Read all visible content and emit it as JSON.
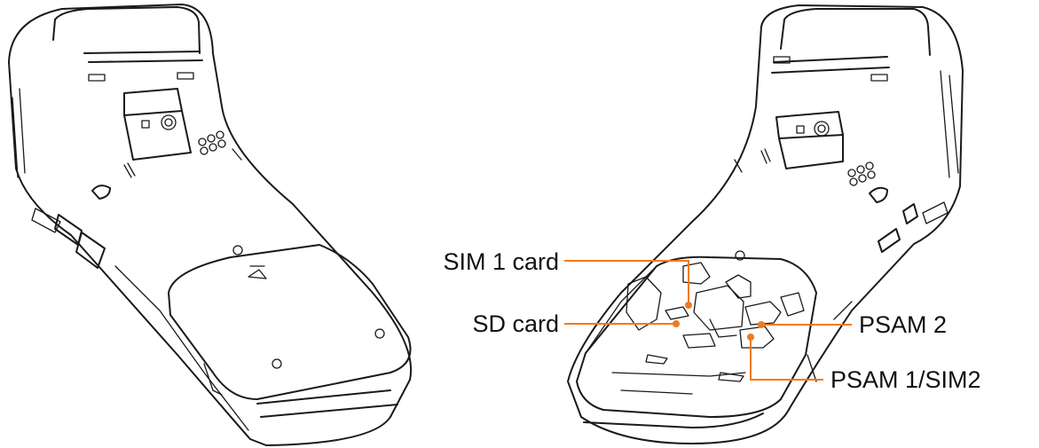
{
  "labels": {
    "sim1": "SIM 1 card",
    "sd": "SD card",
    "psam2": "PSAM 2",
    "psam1": "PSAM 1/SIM2"
  },
  "colors": {
    "callout": "#f07a1e",
    "outline": "#1a1a1a",
    "background": "#ffffff"
  }
}
